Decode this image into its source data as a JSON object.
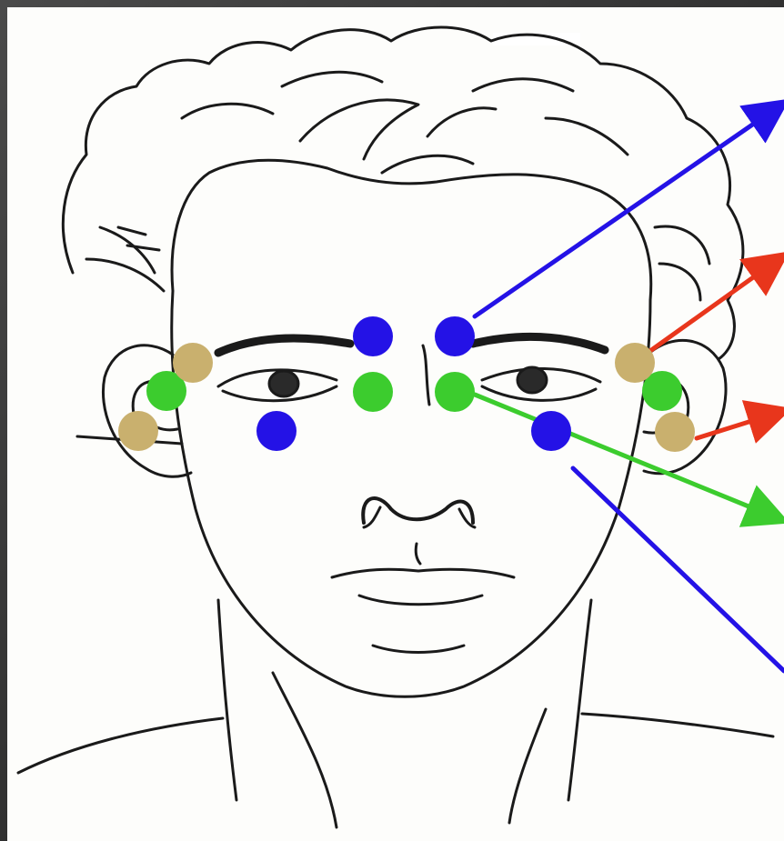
{
  "diagram": {
    "colors": {
      "background": "#fdfdfb",
      "frame": "#3d3d3d",
      "ink": "#1a1a1a",
      "blue": "#2412e6",
      "green": "#3ccc2e",
      "tan": "#c9b06e",
      "red": "#e8361c"
    },
    "points": [
      {
        "group": "blue",
        "color": "#2412e6"
      },
      {
        "group": "blue",
        "color": "#2412e6"
      },
      {
        "group": "blue",
        "color": "#2412e6"
      },
      {
        "group": "blue",
        "color": "#2412e6"
      },
      {
        "group": "green",
        "color": "#3ccc2e"
      },
      {
        "group": "green",
        "color": "#3ccc2e"
      },
      {
        "group": "green",
        "color": "#3ccc2e"
      },
      {
        "group": "green",
        "color": "#3ccc2e"
      },
      {
        "group": "tan",
        "color": "#c9b06e"
      },
      {
        "group": "tan",
        "color": "#c9b06e"
      },
      {
        "group": "tan",
        "color": "#c9b06e"
      },
      {
        "group": "tan",
        "color": "#c9b06e"
      }
    ],
    "arrows": [
      {
        "color": "#2412e6"
      },
      {
        "color": "#e8361c"
      },
      {
        "color": "#e8361c"
      },
      {
        "color": "#3ccc2e"
      },
      {
        "color": "#2412e6"
      }
    ]
  }
}
